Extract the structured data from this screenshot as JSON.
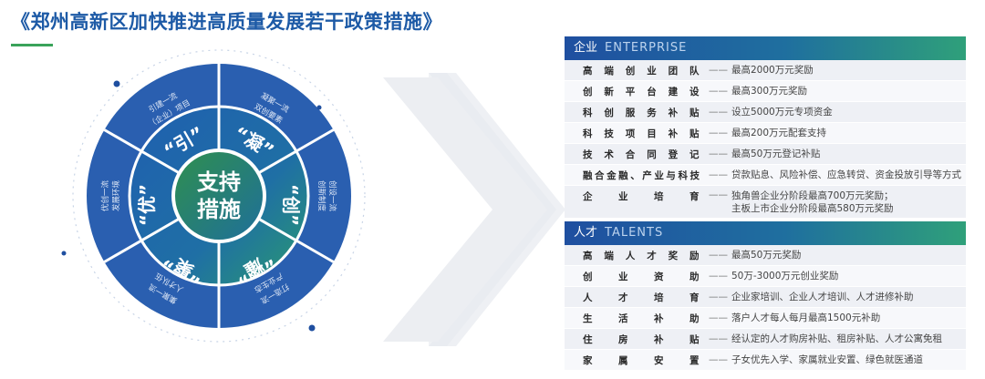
{
  "title": "《郑州高新区加快推进高质量发展若干政策措施》",
  "wheel": {
    "center_line1": "支持",
    "center_line2": "措施",
    "segments": [
      {
        "char": "“引”",
        "desc_line1": "引建一流",
        "desc_line2": "（企业）项目"
      },
      {
        "char": "“凝”",
        "desc_line1": "凝聚一流",
        "desc_line2": "双创要素"
      },
      {
        "char": "“创”",
        "desc_line1": "创设一流",
        "desc_line2": "创新制度"
      },
      {
        "char": "“耀”",
        "desc_line1": "打造一流",
        "desc_line2": "产业生态"
      },
      {
        "char": "“聚”",
        "desc_line1": "集聚一流",
        "desc_line2": "人才队伍"
      },
      {
        "char": "“优”",
        "desc_line1": "优创一流",
        "desc_line2": "发展环境"
      }
    ]
  },
  "enterprise": {
    "title_cn": "企业",
    "title_en": "ENTERPRISE",
    "rows": [
      {
        "label": "高端创业团队",
        "dash": "——",
        "text": "最高2000万元奖励"
      },
      {
        "label": "创新平台建设",
        "dash": "——",
        "text": "最高300万元奖励"
      },
      {
        "label": "科创服务补贴",
        "dash": "——",
        "text": "设立5000万元专项资金"
      },
      {
        "label": "科技项目补贴",
        "dash": "——",
        "text": "最高200万元配套支持"
      },
      {
        "label": "技术合同登记",
        "dash": "——",
        "text": "最高50万元登记补贴"
      },
      {
        "label": "融合金融、产业与科技",
        "dash": "——",
        "text": "贷款贴息、风险补偿、应急转贷、资金投放引导等方式"
      },
      {
        "label": "企业培育",
        "dash": "——",
        "text": "独角兽企业分阶段最高700万元奖励；\n主板上市企业分阶段最高580万元奖励"
      }
    ]
  },
  "talents": {
    "title_cn": "人才",
    "title_en": "TALENTS",
    "rows": [
      {
        "label": "高端人才奖励",
        "dash": "——",
        "text": "最高50万元奖励"
      },
      {
        "label": "创业资助",
        "dash": "——",
        "text": "50万-3000万元创业奖励"
      },
      {
        "label": "人才培育",
        "dash": "——",
        "text": "企业家培训、企业人才培训、人才进修补助"
      },
      {
        "label": "生活补助",
        "dash": "——",
        "text": "落户人才每人每月最高1500元补助"
      },
      {
        "label": "住房补贴",
        "dash": "——",
        "text": "经认定的人才购房补贴、租房补贴、人才公寓免租"
      },
      {
        "label": "家属安置",
        "dash": "——",
        "text": "子女优先入学、家属就业安置、绿色就医通道"
      }
    ]
  },
  "colors": {
    "primary_blue": "#1f4fa0",
    "teal": "#2a8f8f",
    "green": "#3aa35a",
    "arrow_gray": "#eceef2"
  }
}
